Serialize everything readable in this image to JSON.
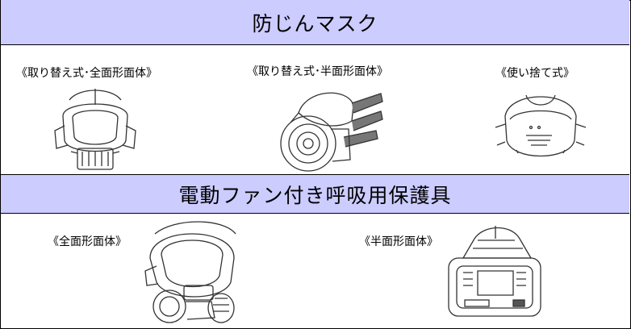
{
  "sections": [
    {
      "title": "防じんマスク",
      "items": [
        {
          "caption": "《取り替え式･全面形面体》",
          "icon": "full-face-mask-icon"
        },
        {
          "caption": "《取り替え式･半面形面体》",
          "icon": "half-face-mask-icon"
        },
        {
          "caption": "《使い捨て式》",
          "icon": "disposable-mask-icon"
        }
      ]
    },
    {
      "title": "電動ファン付き呼吸用保護具",
      "items": [
        {
          "caption": "《全面形面体》",
          "icon": "powered-full-face-respirator-icon"
        },
        {
          "caption": "《半面形面体》",
          "icon": "powered-half-face-respirator-icon"
        }
      ]
    }
  ],
  "colors": {
    "band": "#ccccff",
    "border": "#000000"
  }
}
